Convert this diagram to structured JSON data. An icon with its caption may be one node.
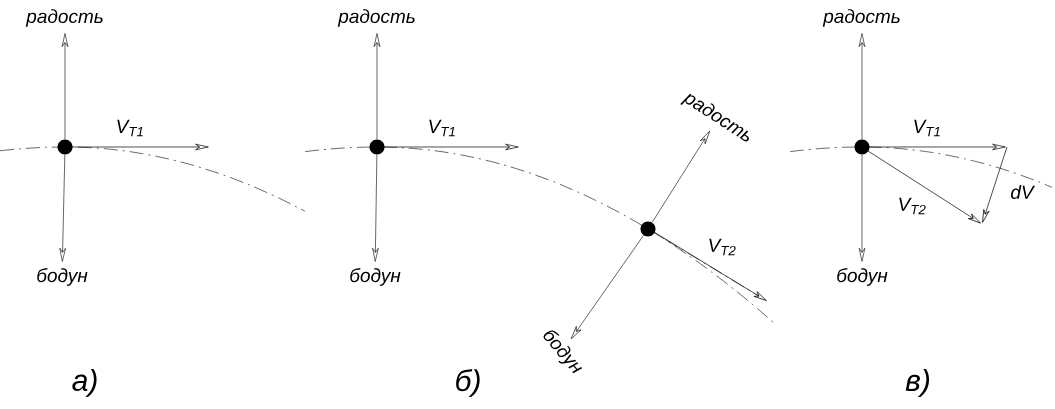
{
  "diagram": {
    "nodes": [
      {
        "text": [
          "радость"
        ]
      },
      {
        "text": [],
        "shape": "circle"
      },
      {
        "text": [
          "бодун"
        ]
      },
      {
        "text": [
          "радость"
        ]
      },
      {
        "text": [],
        "shape": "circle"
      },
      {
        "text": [
          "бодун"
        ]
      },
      {
        "text": [
          "радость"
        ]
      },
      {
        "text": [],
        "shape": "circle"
      },
      {
        "text": [
          "бодун"
        ]
      },
      {
        "text": [
          "радость"
        ]
      },
      {
        "text": [],
        "shape": "circle"
      },
      {
        "text": [
          "бодун"
        ]
      }
    ],
    "edges": [
      {
        "from": 1,
        "to": 0,
        "arrow": "to"
      },
      {
        "from": 1,
        "to": 2,
        "arrow": "to"
      },
      {
        "from": 4,
        "to": 3,
        "arrow": "to"
      },
      {
        "from": 4,
        "to": 5,
        "arrow": "to"
      },
      {
        "from": 7,
        "to": 6,
        "arrow": "to"
      },
      {
        "from": 7,
        "to": 8,
        "arrow": "to"
      },
      {
        "from": 10,
        "to": 9,
        "arrow": "to"
      },
      {
        "from": 10,
        "to": 11,
        "arrow": "to"
      }
    ],
    "labels": [
      "V$_{T1}$",
      "V$_{T1}$",
      "V$_{T2}$",
      "V$_{T1}$",
      "V$_{T2}$",
      "dV",
      "а)",
      "б)",
      "в)"
    ]
  }
}
